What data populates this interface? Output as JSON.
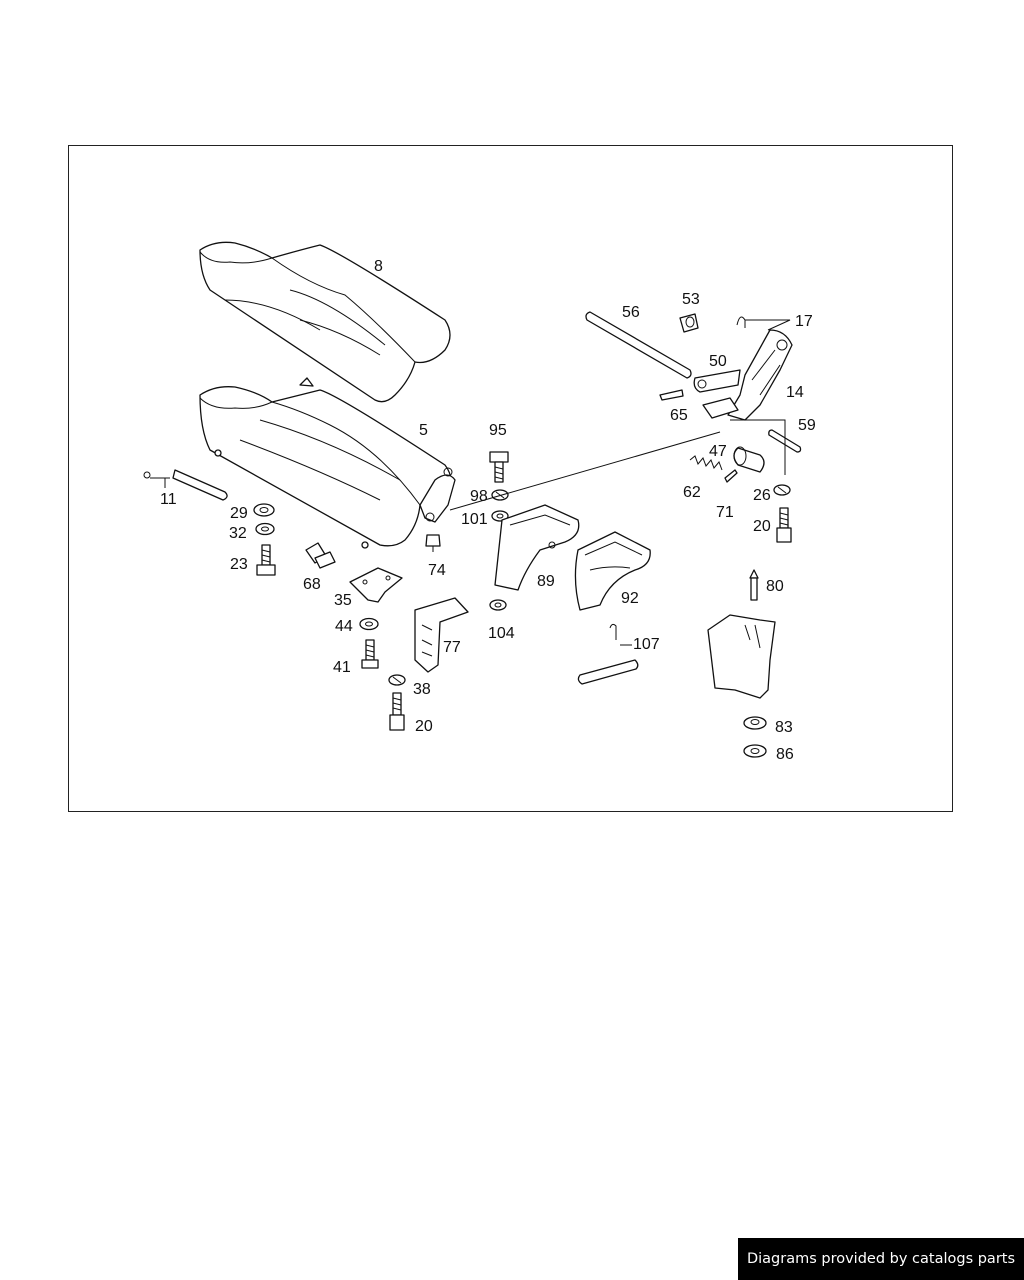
{
  "diagram": {
    "labels": {
      "p8": "8",
      "p5": "5",
      "p11": "11",
      "p29": "29",
      "p32": "32",
      "p23": "23",
      "p68": "68",
      "p35": "35",
      "p44": "44",
      "p41": "41",
      "p38": "38",
      "p20a": "20",
      "p74": "74",
      "p77": "77",
      "p95": "95",
      "p98": "98",
      "p101": "101",
      "p104": "104",
      "p89": "89",
      "p92": "92",
      "p107": "107",
      "p56": "56",
      "p53": "53",
      "p50": "50",
      "p17": "17",
      "p14": "14",
      "p65": "65",
      "p59": "59",
      "p47": "47",
      "p62": "62",
      "p71": "71",
      "p26": "26",
      "p20b": "20",
      "p80": "80",
      "p83": "83",
      "p86": "86"
    }
  },
  "footer": {
    "credit": "Diagrams provided by catalogs parts"
  }
}
